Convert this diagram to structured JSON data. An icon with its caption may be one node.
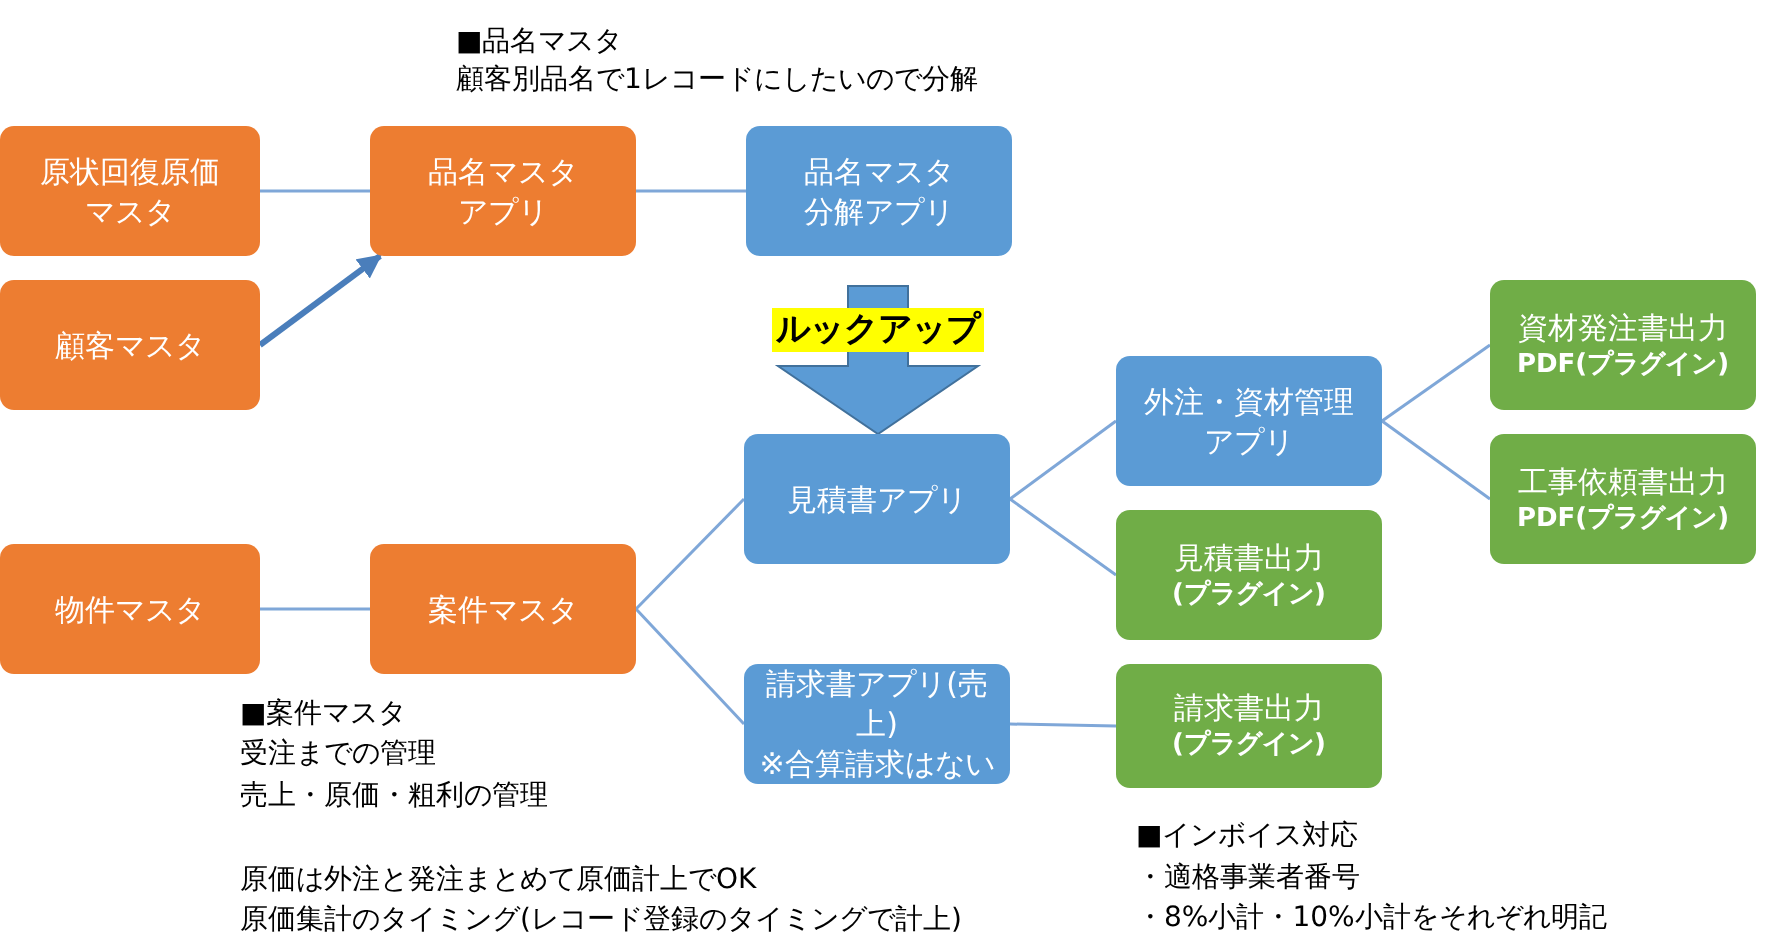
{
  "diagram": {
    "nodes": [
      {
        "text": [
          "原状回復原価マスタ"
        ]
      },
      {
        "text": [
          "品名マスタアプリ"
        ]
      },
      {
        "text": [
          "品名マスタ分解アプリ"
        ]
      },
      {
        "text": [
          "顧客マスタ"
        ]
      },
      {
        "text": [
          "見積書アプリ"
        ]
      },
      {
        "text": [
          "外注・資材管理アプリ"
        ]
      },
      {
        "text": [
          "資材発注書出力",
          "PDF(プラグイン)"
        ]
      },
      {
        "text": [
          "工事依頼書出力",
          "PDF(プラグイン)"
        ]
      },
      {
        "text": [
          "見積書出力",
          "(プラグイン)"
        ]
      },
      {
        "text": [
          "物件マスタ"
        ]
      },
      {
        "text": [
          "案件マスタ"
        ]
      },
      {
        "text": [
          "請求書アプリ(売上)",
          "※合算請求はない"
        ]
      },
      {
        "text": [
          "請求書出力",
          "(プラグイン)"
        ]
      }
    ],
    "edges": [
      {
        "from": 0,
        "to": 1,
        "arrow": "none"
      },
      {
        "from": 1,
        "to": 2,
        "arrow": "none"
      },
      {
        "from": 3,
        "to": 1,
        "arrow": "to",
        "style": "thick"
      },
      {
        "from": 2,
        "to": 4,
        "arrow": "to",
        "label": "ルックアップ",
        "style": "thick"
      },
      {
        "from": 9,
        "to": 10,
        "arrow": "none"
      },
      {
        "from": 10,
        "to": 4,
        "arrow": "none"
      },
      {
        "from": 10,
        "to": 11,
        "arrow": "none"
      },
      {
        "from": 4,
        "to": 5,
        "arrow": "none"
      },
      {
        "from": 4,
        "to": 8,
        "arrow": "none"
      },
      {
        "from": 5,
        "to": 6,
        "arrow": "none"
      },
      {
        "from": 5,
        "to": 7,
        "arrow": "none"
      },
      {
        "from": 11,
        "to": 12,
        "arrow": "none"
      }
    ],
    "labels": [
      "■品名マスタ",
      "顧客別品名で1レコードにしたいので分解",
      "■案件マスタ",
      "受注までの管理",
      "売上・原価・粗利の管理",
      "原価は外注と発注まとめて原価計上でOK",
      "原価集計のタイミング(レコード登録のタイミングで計上)",
      "■インボイス対応",
      "・適格事業者番号",
      "・8%小計・10%小計をそれぞれ明記"
    ]
  }
}
